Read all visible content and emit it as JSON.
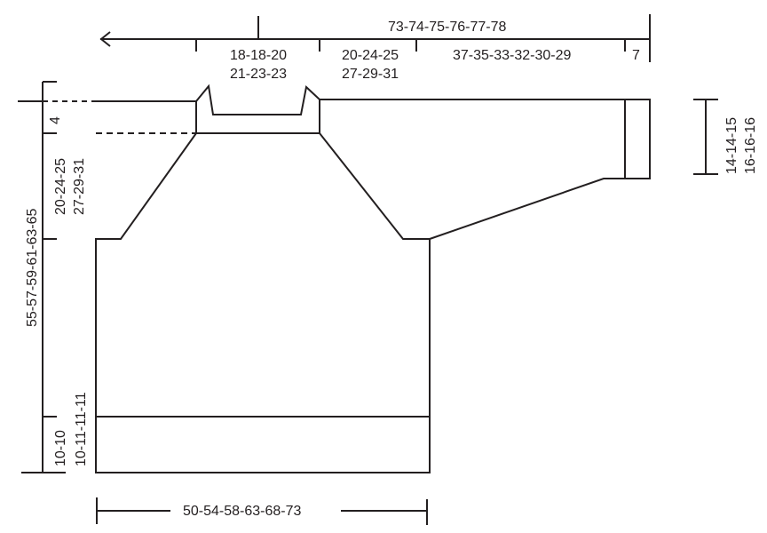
{
  "diagram": {
    "title": "Sweater measurement schematic",
    "colors": {
      "line": "#231f20",
      "background": "#ffffff"
    },
    "top_dimensions": {
      "total_width_label": "73-74-75-76-77-78",
      "neck_width": {
        "line1": "18-18-20",
        "line2": "21-23-23"
      },
      "shoulder_width": {
        "line1": "20-24-25",
        "line2": "27-29-31"
      },
      "sleeve_length_label": "37-35-33-32-30-29",
      "cuff_length_label": "7"
    },
    "left_dimensions": {
      "total_height_label": "55-57-59-61-63-65",
      "neck_depth_label": "4",
      "armhole_depth": {
        "line1": "20-24-25",
        "line2": "27-29-31"
      },
      "rib_height": {
        "line1": "10-10",
        "line2": "10-11-11-11"
      }
    },
    "right_dimensions": {
      "cuff_width": {
        "line1": "14-14-15",
        "line2": "16-16-16"
      }
    },
    "bottom_dimensions": {
      "body_width_label": "50-54-58-63-68-73"
    }
  }
}
